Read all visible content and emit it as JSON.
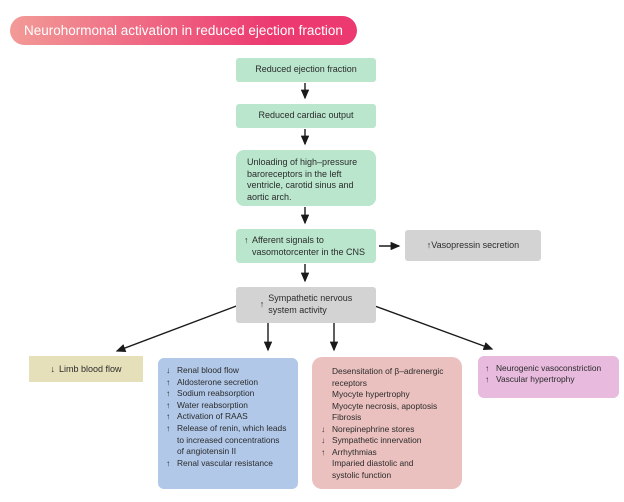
{
  "title": "Neurohormonal activation in reduced ejection fraction",
  "colors": {
    "title-grad-left": "#f29b97",
    "title-grad-right": "#ec3a71",
    "green": "#b9e6cd",
    "gray": "#d3d3d3",
    "tan": "#e6e0ba",
    "blue": "#b1c8e9",
    "rose": "#eac1bf",
    "violet": "#e7bade",
    "text": "#2b2b2b",
    "arrowc": "#1a1a1a"
  },
  "nodes": {
    "reduced_ef": {
      "label": "Reduced ejection fraction"
    },
    "reduced_co": {
      "label": "Reduced cardiac output"
    },
    "unloading": {
      "label": "Unloading of high–pressure\nbaroreceptors in the left\nventricle, carotid sinus and\naortic arch."
    },
    "afferent": {
      "arrow": "↑",
      "label": "Afferent signals to\nvasomotorcenter in the CNS"
    },
    "vasopressin": {
      "arrow": "↑",
      "label": "Vasopressin secretion"
    },
    "sympathetic": {
      "arrow": "↑",
      "label": "Sympathetic nervous\nsystem activity"
    },
    "limb": {
      "arrow": "↓",
      "label": "Limb blood flow"
    },
    "renal": {
      "items": [
        {
          "arrow": "↓",
          "text": "Renal blood flow"
        },
        {
          "arrow": "↑",
          "text": "Aldosterone secretion"
        },
        {
          "arrow": "↑",
          "text": "Sodium reabsorption"
        },
        {
          "arrow": "↑",
          "text": "Water reabsorption"
        },
        {
          "arrow": "↑",
          "text": "Activation of RAAS"
        },
        {
          "arrow": "↑",
          "text": "Release of renin, which leads\nto increased concentrations\nof angiotensin II"
        },
        {
          "arrow": "↑",
          "text": "Renal vascular resistance"
        }
      ]
    },
    "cardiac": {
      "items": [
        {
          "arrow": "",
          "text": "Desensitation of β–adrenergic\nreceptors"
        },
        {
          "arrow": "",
          "text": "Myocyte hypertrophy"
        },
        {
          "arrow": "",
          "text": "Myocyte necrosis, apoptosis"
        },
        {
          "arrow": "",
          "text": "Fibrosis"
        },
        {
          "arrow": "↓",
          "text": "Norepinephrine stores"
        },
        {
          "arrow": "↓",
          "text": "Sympathetic innervation"
        },
        {
          "arrow": "↑",
          "text": "Arrhythmias"
        },
        {
          "arrow": "",
          "text": "Imparied diastolic and\nsystolic function"
        }
      ]
    },
    "vascular": {
      "items": [
        {
          "arrow": "↑",
          "text": "Neurogenic vasoconstriction"
        },
        {
          "arrow": "↑",
          "text": "Vascular hypertrophy"
        }
      ]
    }
  }
}
